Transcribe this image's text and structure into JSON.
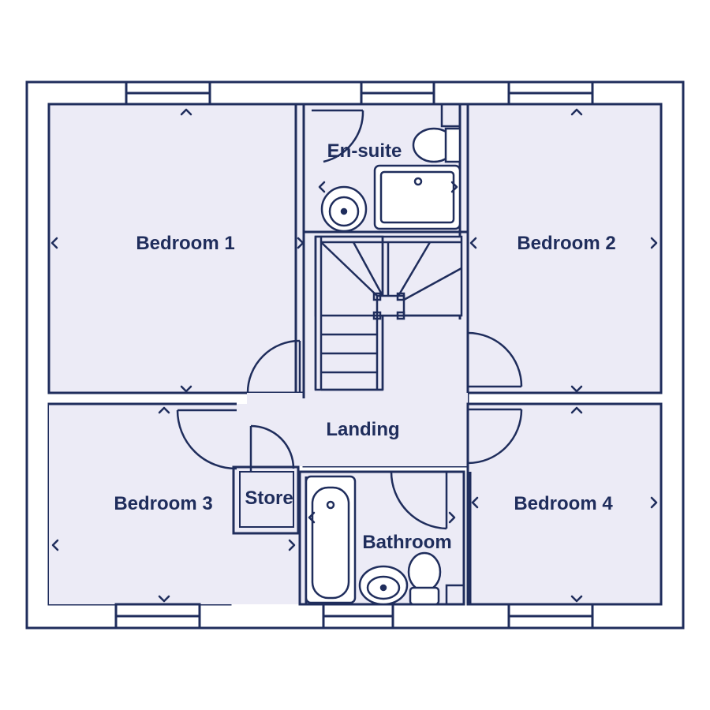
{
  "colors": {
    "line": "#1f2d5c",
    "floor": "#ecebf6",
    "background": "#ffffff"
  },
  "rooms": {
    "bedroom1": "Bedroom 1",
    "bedroom2": "Bedroom 2",
    "bedroom3": "Bedroom 3",
    "bedroom4": "Bedroom 4",
    "ensuite": "En-suite",
    "landing": "Landing",
    "store": "Store",
    "bathroom": "Bathroom"
  }
}
